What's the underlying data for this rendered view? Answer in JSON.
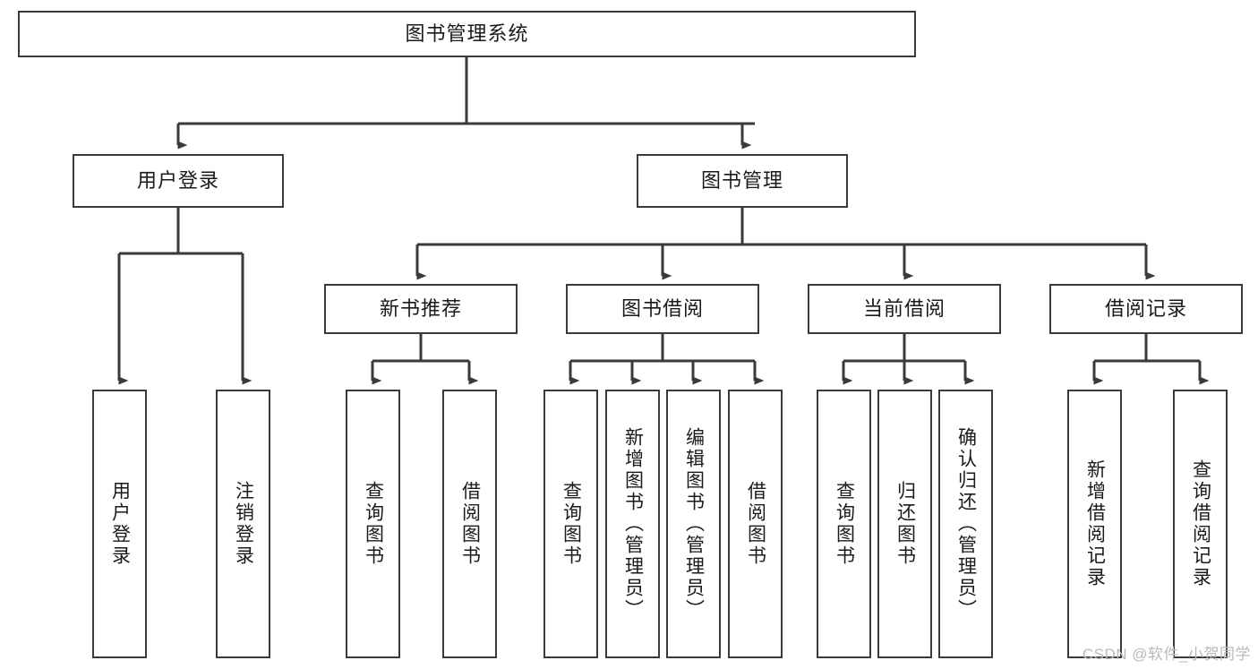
{
  "diagram": {
    "title": "图书管理系统",
    "type": "tree",
    "colors": {
      "node_border": "#3a3a3a",
      "node_fill": "#ffffff",
      "edge": "#3a3a3a",
      "text": "#1a1a1a",
      "watermark": "#b9b9b9",
      "background": "#ffffff"
    },
    "watermark": "CSDN @软件_小贺同学",
    "levels": {
      "root": {
        "label": "图书管理系统"
      },
      "level2": [
        {
          "label": "用户登录"
        },
        {
          "label": "图书管理"
        }
      ],
      "level3": [
        {
          "label": "新书推荐"
        },
        {
          "label": "图书借阅"
        },
        {
          "label": "当前借阅"
        },
        {
          "label": "借阅记录"
        }
      ],
      "level4": [
        {
          "label": "用户登录",
          "parent": "用户登录"
        },
        {
          "label": "注销登录",
          "parent": "用户登录"
        },
        {
          "label": "查询图书",
          "parent": "新书推荐"
        },
        {
          "label": "借阅图书",
          "parent": "新书推荐"
        },
        {
          "label": "查询图书",
          "parent": "图书借阅"
        },
        {
          "label": "新增图书（管理员）",
          "parent": "图书借阅"
        },
        {
          "label": "编辑图书（管理员）",
          "parent": "图书借阅"
        },
        {
          "label": "借阅图书",
          "parent": "图书借阅"
        },
        {
          "label": "查询图书",
          "parent": "当前借阅"
        },
        {
          "label": "归还图书",
          "parent": "当前借阅"
        },
        {
          "label": "确认归还（管理员）",
          "parent": "当前借阅"
        },
        {
          "label": "新增借阅记录",
          "parent": "借阅记录"
        },
        {
          "label": "查询借阅记录",
          "parent": "借阅记录"
        }
      ]
    }
  }
}
